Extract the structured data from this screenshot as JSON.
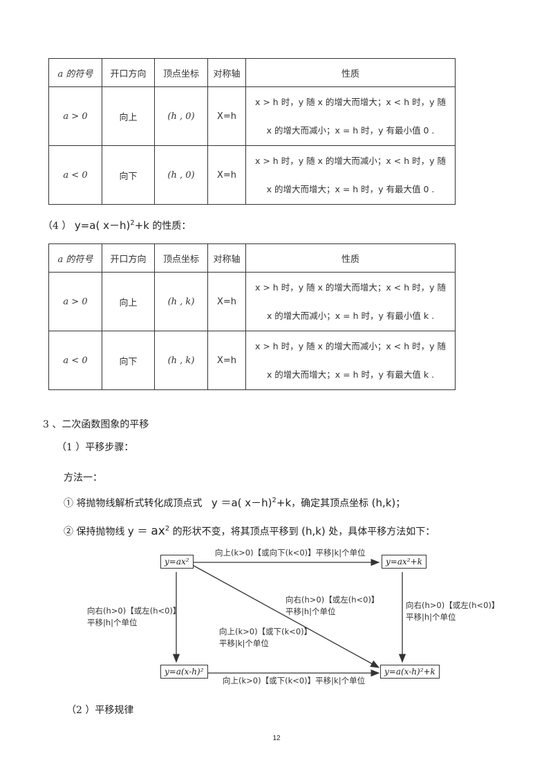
{
  "table_headers": [
    "a 的符号",
    "开口方向",
    "顶点坐标",
    "对称轴",
    "性质"
  ],
  "table1": {
    "rows": [
      {
        "sign": "a > 0",
        "direction": "向上",
        "vertex": "(h , 0)",
        "axis": "X=h",
        "prop_line1": "x > h 时，y 随 x 的增大而增大；x < h 时，y 随",
        "prop_line2": "x 的增大而减小；x = h 时，y 有最小值 0 ."
      },
      {
        "sign": "a < 0",
        "direction": "向下",
        "vertex": "(h , 0)",
        "axis": "X=h",
        "prop_line1": "x > h 时，y 随 x 的增大而减小；x < h 时，y 随",
        "prop_line2": "x 的增大而增大；x = h 时，y 有最大值 0 ."
      }
    ]
  },
  "section4": {
    "prefix": "（4 ）",
    "formula_before": "y=a( x－h)",
    "formula_exp": "2",
    "formula_after": "+k",
    "suffix": "的性质："
  },
  "table2": {
    "rows": [
      {
        "sign": "a > 0",
        "direction": "向上",
        "vertex": "(h , k)",
        "axis": "X=h",
        "prop_line1": "x > h 时，y 随 x 的增大而增大；x < h 时，y 随",
        "prop_line2": "x 的增大而减小；x = h 时，y 有最小值 k ."
      },
      {
        "sign": "a < 0",
        "direction": "向下",
        "vertex": "(h , k)",
        "axis": "X=h",
        "prop_line1": "x > h 时，y 随 x 的增大而减小；x < h 时，y 随",
        "prop_line2": "x 的增大而增大；x = h 时，y 有最大值 k ."
      }
    ]
  },
  "section3_title": "3 、二次函数图象的平移",
  "step1_title": "（1 ）平移步骤：",
  "method_one": "方法一：",
  "step_a": {
    "marker": "①",
    "text_before": "将抛物线解析式转化成顶点式",
    "formula_before": "y ＝a( x－h)",
    "formula_exp": "2",
    "formula_after": "+k",
    "text_after": "，确定其顶点坐标",
    "coord": "(h,k)",
    "end": "；"
  },
  "step_b": {
    "marker": "②",
    "text_before": "保持抛物线",
    "formula_y": "y  ＝",
    "formula_base": "ax",
    "formula_exp": "2",
    "text_mid": "的形状不变，将其顶点平移到",
    "coord": "(h,k)",
    "text_after": "处，具体平移方法如下："
  },
  "diagram": {
    "box_tl": "y=ax²",
    "box_tr": "y=ax²+k",
    "box_bl": "y=a(x-h)²",
    "box_br": "y=a(x-h)²+k",
    "label_top": "向上(k>0)【或向下(k<0)】平移|k|个单位",
    "label_left_1": "向右(h>0)【或左(h<0)】",
    "label_left_2": "平移|h|个单位",
    "label_right_1": "向右(h>0)【或左(h<0)】",
    "label_right_2": "平移|h|个单位",
    "label_diag_a1": "向右(h>0)【或左(h<0)】",
    "label_diag_a2": "平移|h|个单位",
    "label_diag_b1": "向上(k>0)【或下(k<0)】",
    "label_diag_b2": "平移|k|个单位",
    "label_bottom": "向上(k>0)【或下(k<0)】平移|k|个单位"
  },
  "step2_title": "（2 ）平移规律",
  "page_number": "12"
}
